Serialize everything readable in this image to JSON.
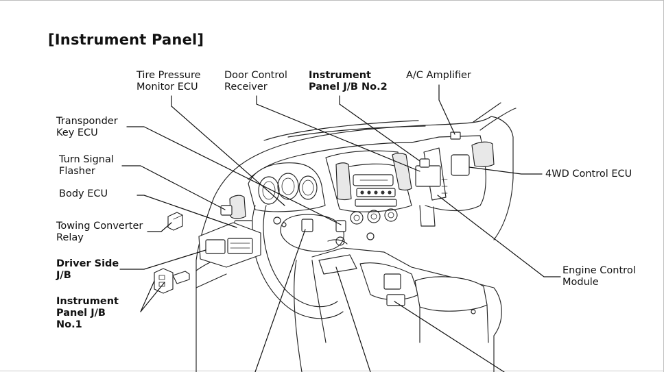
{
  "diagram": {
    "title": "[Instrument Panel]",
    "labels": {
      "tire_pressure_monitor_ecu": "Tire Pressure\nMonitor ECU",
      "door_control_receiver": "Door Control\nReceiver",
      "instrument_panel_jb_no2": "Instrument\nPanel J/B No.2",
      "ac_amplifier": "A/C Amplifier",
      "transponder_key_ecu": "Transponder\nKey ECU",
      "turn_signal_flasher": "Turn Signal\nFlasher",
      "body_ecu": "Body ECU",
      "towing_converter_relay": "Towing Converter\nRelay",
      "driver_side_jb": "Driver Side\nJ/B",
      "instrument_panel_jb_no1": "Instrument\nPanel J/B\nNo.1",
      "four_wd_control_ecu": "4WD Control ECU",
      "engine_control_module": "Engine Control\nModule"
    }
  }
}
